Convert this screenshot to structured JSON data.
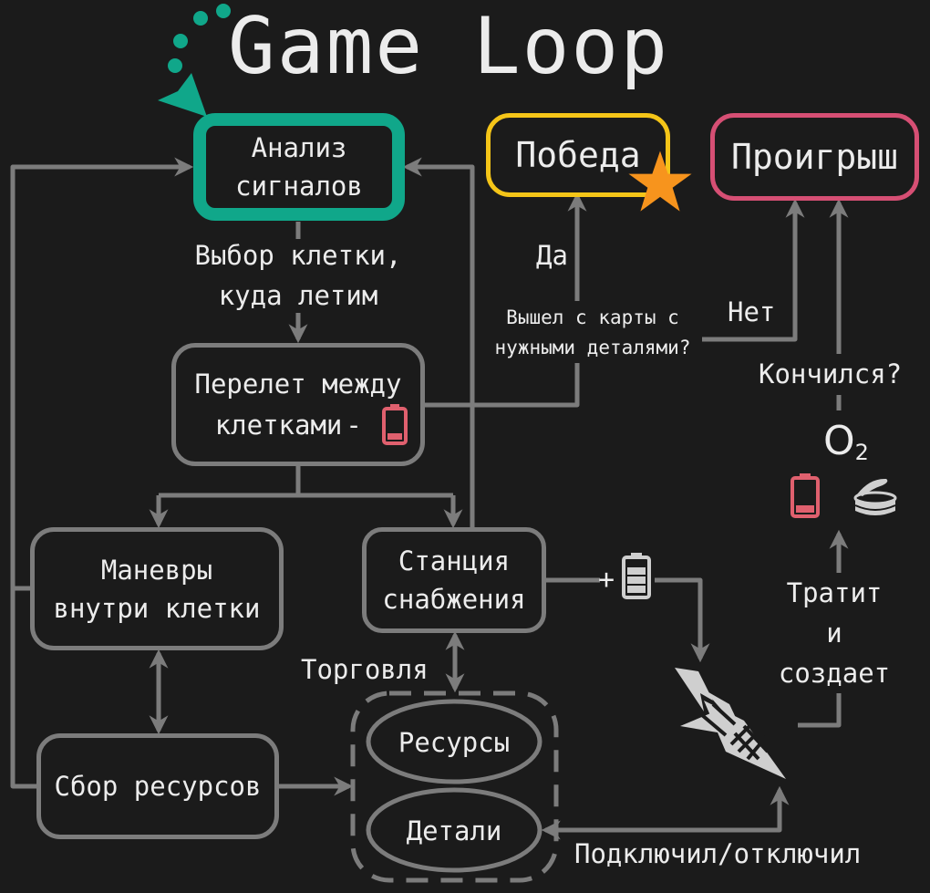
{
  "title": "Game Loop",
  "colors": {
    "background": "#1b1b1b",
    "line": "#7c7c7c",
    "text": "#ececec",
    "accent_teal": "#10a78a",
    "win_yellow": "#f5c518",
    "lose_pink": "#d64f74",
    "star_orange": "#f7941d",
    "battery_red": "#e0606e",
    "icon_gray": "#cfcfcf"
  },
  "nodes": {
    "analysis": [
      "Анализ",
      "сигналов"
    ],
    "win": "Победа",
    "lose": "Проигрыш",
    "flight": [
      "Перелет между",
      "клетками"
    ],
    "flight_suffix": "-",
    "maneuvers": [
      "Маневры",
      "внутри клетки"
    ],
    "station": [
      "Станция",
      "снабжения"
    ],
    "gather": "Сбор ресурсов",
    "resources": "Ресурсы",
    "parts": "Детали"
  },
  "labels": {
    "choose_cell": [
      "Выбор клетки,",
      "куда летим"
    ],
    "yes": "Да",
    "no": "Нет",
    "left_map_question": [
      "Вышел с карты с",
      "нужными деталями?"
    ],
    "ran_out": "Кончился?",
    "oxygen": "O",
    "oxygen_sub": "2",
    "spends_creates": [
      "Тратит",
      "и",
      "создает"
    ],
    "trade": "Торговля",
    "plus": "+",
    "connect": "Подключил/отключил"
  },
  "icons": {
    "logo": "dotted-arrow-icon",
    "star": "star-icon",
    "battery_low": "battery-low-icon",
    "battery_full": "battery-full-icon",
    "can": "open-can-icon",
    "rocket": "rocket-icon"
  }
}
